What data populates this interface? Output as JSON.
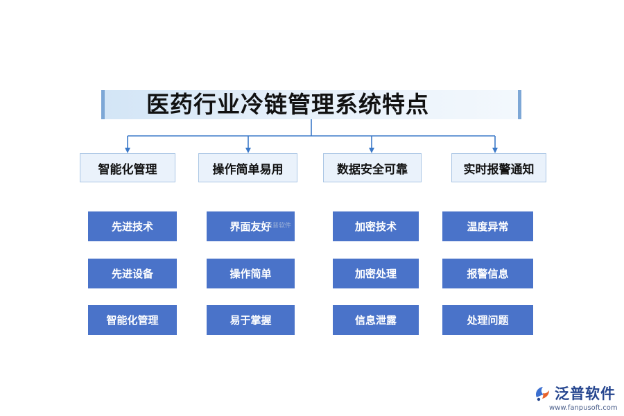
{
  "title": "医药行业冷链管理系统特点",
  "colors": {
    "title_bg": "#d3e5f6",
    "title_border": "#7da7d6",
    "category_bg": "#eaf2fb",
    "category_border": "#a9c5e4",
    "feature_bg": "#4a73c9",
    "connector": "#3a78c8",
    "logo": "#26468f"
  },
  "categories": [
    {
      "label": "智能化管理",
      "features": [
        "先进技术",
        "先进设备",
        "智能化管理"
      ]
    },
    {
      "label": "操作简单易用",
      "features": [
        "界面友好",
        "操作简单",
        "易于掌握"
      ]
    },
    {
      "label": "数据安全可靠",
      "features": [
        "加密技术",
        "加密处理",
        "信息泄露"
      ]
    },
    {
      "label": "实时报警通知",
      "features": [
        "温度异常",
        "报警信息",
        "处理问题"
      ]
    }
  ],
  "watermark": {
    "small_text": "泛普软件",
    "logo_text": "泛普软件",
    "logo_url": "www.fanpusoft.com",
    "logo_icon": "fanpu-logo-icon"
  }
}
